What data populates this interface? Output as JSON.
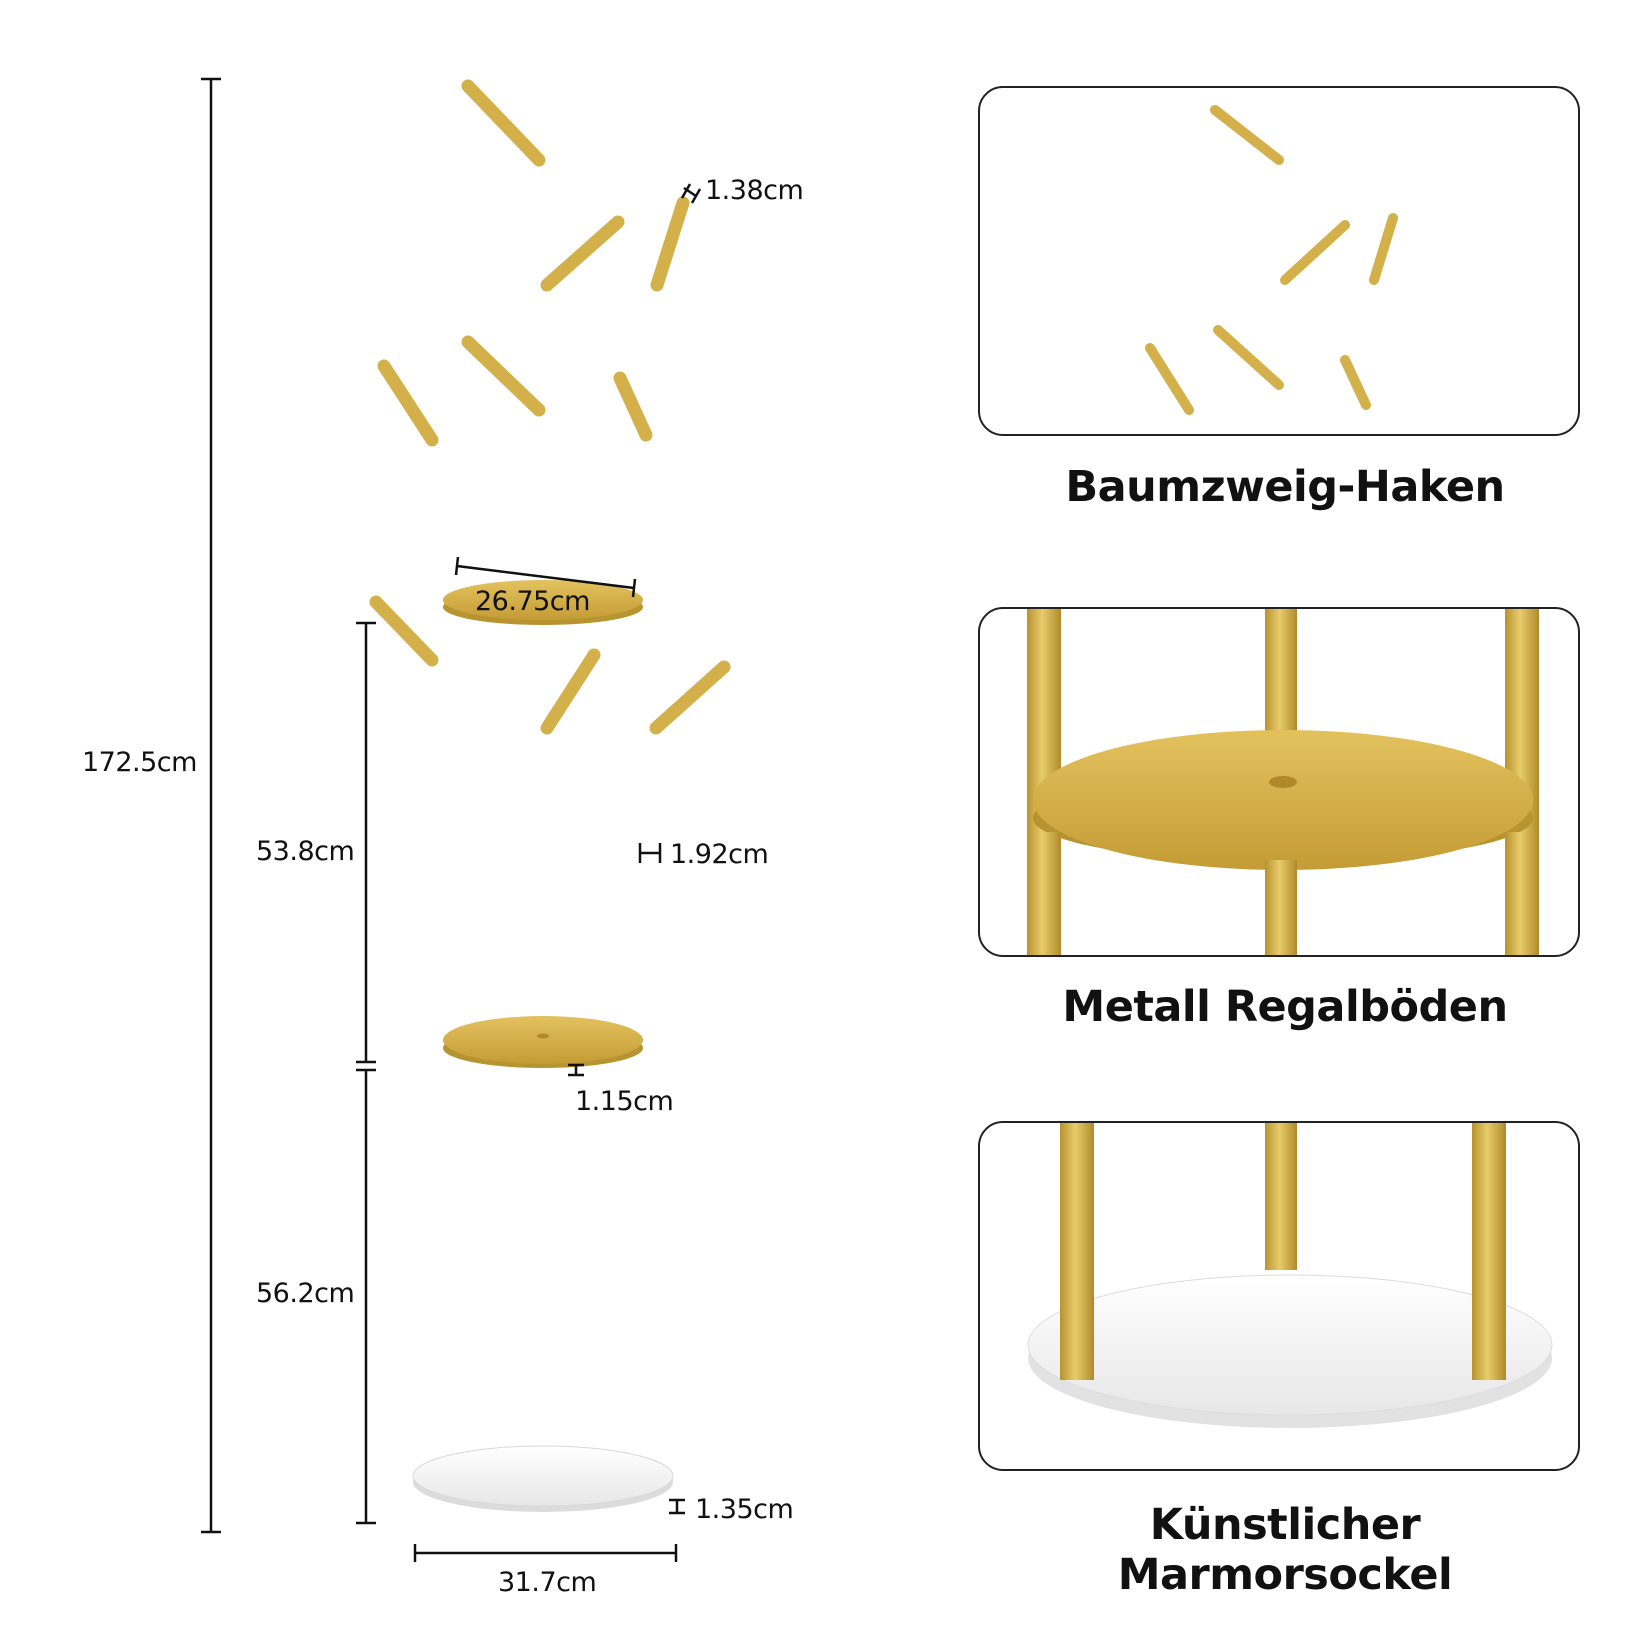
{
  "colors": {
    "gold": "#cda842",
    "gold_light": "#e6c865",
    "gold_dark": "#a8862c",
    "marble": "#f4f4f4",
    "line": "#111111"
  },
  "dimensions": {
    "total_height": "172.5cm",
    "upper_section": "53.8cm",
    "lower_section": "56.2cm",
    "hook_diameter": "1.38cm",
    "shelf_diameter": "26.75cm",
    "pole_diameter": "1.92cm",
    "shelf_thickness": "1.15cm",
    "base_thickness": "1.35cm",
    "base_diameter": "31.7cm"
  },
  "features": [
    {
      "caption": "Baumzweig-Haken",
      "icon": "tree-branch-hooks-detail"
    },
    {
      "caption": "Metall Regalböden",
      "icon": "metal-shelf-detail"
    },
    {
      "caption": "Künstlicher Marmorsockel",
      "icon": "marble-base-detail"
    }
  ]
}
